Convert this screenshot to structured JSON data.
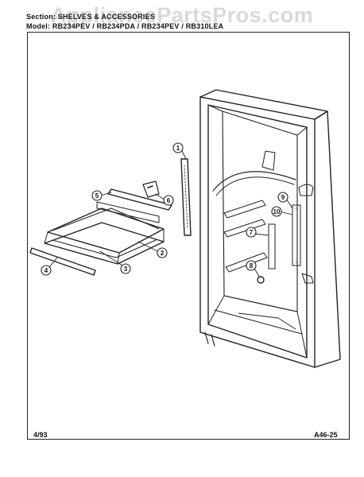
{
  "header": {
    "section_line": "Section: SHELVES & ACCESSORIES",
    "models_line": "Model: RB234PEV / RB234PDA / RB234PEV / RB310LEA"
  },
  "watermark": "AppliancePartsPros.com",
  "footer": {
    "date": "4/93",
    "code": "A46-25"
  },
  "callouts": [
    "1",
    "2",
    "3",
    "4",
    "5",
    "6",
    "7",
    "8",
    "9",
    "10"
  ],
  "colors": {
    "line": "#222222",
    "background": "#ffffff"
  }
}
